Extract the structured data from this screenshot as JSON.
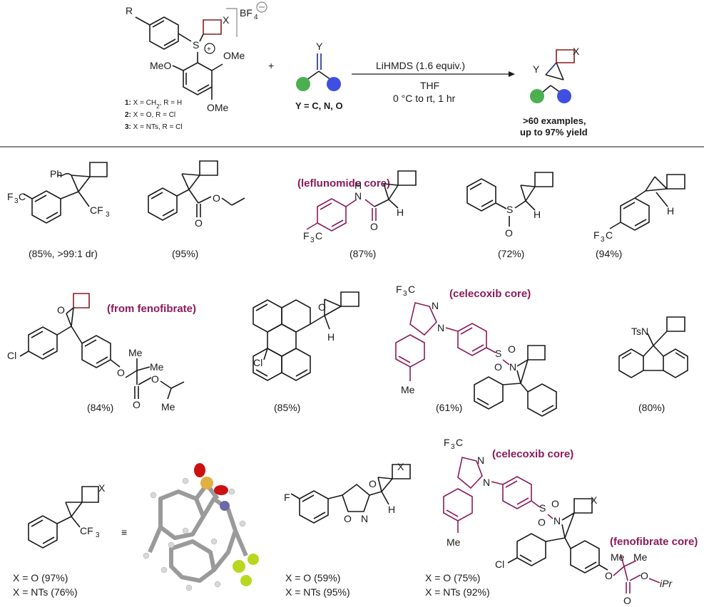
{
  "colors": {
    "text": "#1a1a1a",
    "highlight": "#8a1a5a",
    "ring_x": "#8b1a1a",
    "ring_y": "#1a2a8a",
    "green_sphere": "#4caf50",
    "blue_sphere": "#3f4fe0",
    "rule": "#888888"
  },
  "scheme": {
    "reagent_labels": {
      "R": "R",
      "S_plus": "S",
      "X": "X",
      "BF4": "BF",
      "BF4_sub": "4",
      "OMe_top": "OMe",
      "MeO": "MeO",
      "OMe_bottom": "OMe",
      "Y": "Y"
    },
    "compounds": [
      {
        "num": "1:",
        "text": " X = CH",
        "sub": "2",
        "rest": ", R = H"
      },
      {
        "num": "2:",
        "text": " X = O, R = Cl",
        "sub": "",
        "rest": ""
      },
      {
        "num": "3:",
        "text": " X = NTs, R = Cl",
        "sub": "",
        "rest": ""
      }
    ],
    "plus": "+",
    "y_equals": "Y = C, N, O",
    "conditions": {
      "line1": "LiHMDS (1.6 equiv.)",
      "line2": "THF",
      "line3": "0 °C to rt, 1 hr"
    },
    "product_note_1": ">60 examples,",
    "product_note_2": "up to 97% yield",
    "product_labels": {
      "Y": "Y",
      "X": "X"
    }
  },
  "row1": [
    {
      "yield": "(85%, >99:1 dr)",
      "labels": [
        "Ph",
        "F",
        "3",
        "C",
        "CF",
        "3"
      ]
    },
    {
      "yield": "(95%)",
      "labels": [
        "O",
        "O"
      ]
    },
    {
      "yield": "(87%)",
      "tag": "(leflunomide core)",
      "labels": [
        "H",
        "N",
        "H",
        "O",
        "F",
        "3",
        "C"
      ]
    },
    {
      "yield": "(72%)",
      "labels": [
        "S",
        "O",
        "H"
      ]
    },
    {
      "yield": "(94%)",
      "labels": [
        "H",
        "F",
        "3",
        "C"
      ]
    }
  ],
  "row2": [
    {
      "yield": "(84%)",
      "tag": "(from fenofibrate)",
      "labels": [
        "O",
        "Cl",
        "O",
        "Me",
        "O",
        "O",
        "Me"
      ]
    },
    {
      "yield": "(85%)",
      "labels": [
        "O",
        "H",
        "Cl"
      ]
    },
    {
      "yield": "(61%)",
      "tag": "(celecoxib core)",
      "labels": [
        "F",
        "3",
        "C",
        "N",
        "N",
        "S",
        "O",
        "O",
        "N",
        "Me"
      ]
    },
    {
      "yield": "(80%)",
      "labels": [
        "TsN"
      ]
    }
  ],
  "row3": [
    {
      "line1": "X = O (97%)",
      "line2": "X = NTs (76%)",
      "labels": [
        "X",
        "CF",
        "3"
      ],
      "equiv": "≡"
    },
    {
      "line1": "X = O (59%)",
      "line2": "X = NTs (95%)",
      "labels": [
        "F",
        "O",
        "X",
        "H",
        "O",
        "N"
      ]
    },
    {
      "line1": "X = O (75%)",
      "line2": "X = NTs (92%)",
      "tag1": "(celecoxib core)",
      "tag2": "(fenofibrate core)",
      "labels": [
        "F",
        "3",
        "C",
        "N",
        "N",
        "S",
        "O",
        "O",
        "N",
        "X",
        "Cl",
        "Me",
        "O",
        "Me",
        "Me",
        "O",
        "O",
        "iPr"
      ]
    }
  ]
}
